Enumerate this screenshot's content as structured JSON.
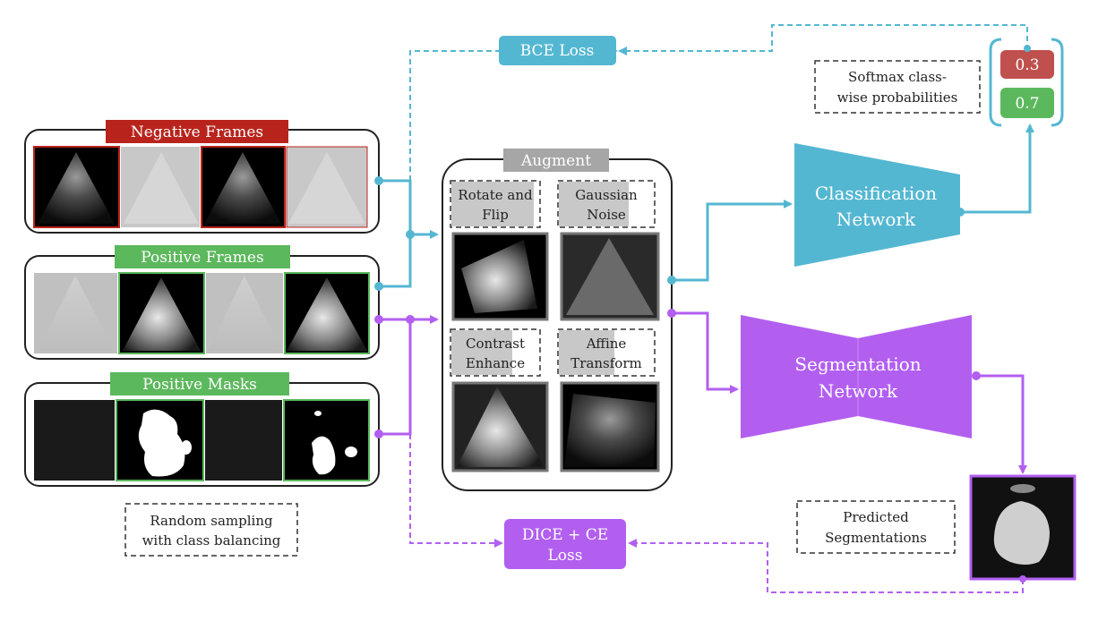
{
  "colors": {
    "negative": "#b8241c",
    "positive": "#5cb85c",
    "classification": "#54b7d2",
    "segmentation": "#b25ff0",
    "augment_tag": "#a6a6a6",
    "prob_red": "#c0504d",
    "prob_green": "#5cb85c"
  },
  "panels": {
    "negative_frames": "Negative Frames",
    "positive_frames": "Positive Frames",
    "positive_masks": "Positive Masks"
  },
  "sampling_note": [
    "Random sampling",
    "with class balancing"
  ],
  "augment": {
    "title": "Augment",
    "ops": [
      [
        "Rotate and",
        "Flip"
      ],
      [
        "Gaussian",
        "Noise"
      ],
      [
        "Contrast",
        "Enhance"
      ],
      [
        "Affine",
        "Transform"
      ]
    ]
  },
  "networks": {
    "classification": [
      "Classification",
      "Network"
    ],
    "segmentation": [
      "Segmentation",
      "Network"
    ]
  },
  "losses": {
    "bce": "BCE Loss",
    "dice": [
      "DICE + CE",
      "Loss"
    ]
  },
  "softmax": {
    "note": [
      "Softmax class-",
      "wise probabilities"
    ],
    "values": [
      "0.3",
      "0.7"
    ]
  },
  "predicted_note": [
    "Predicted",
    "Segmentations"
  ]
}
